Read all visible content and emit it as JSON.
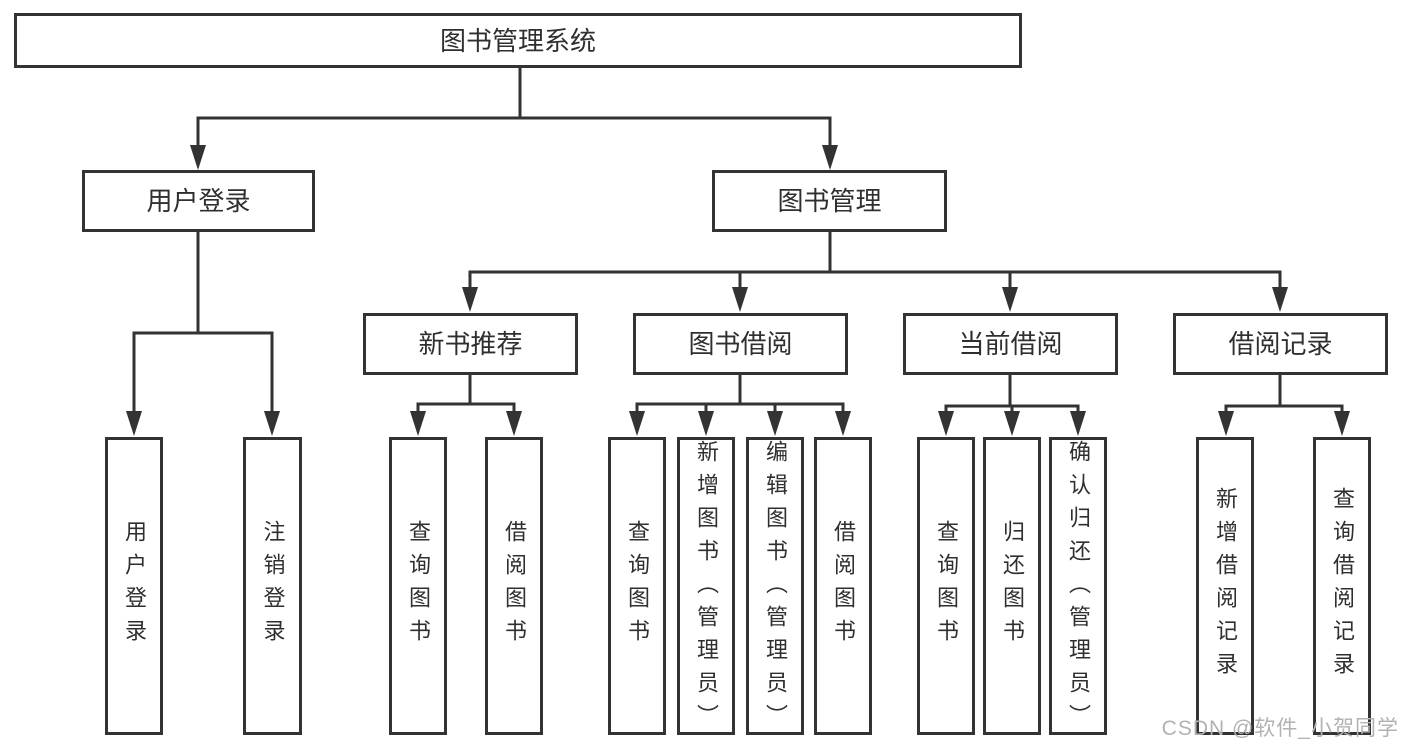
{
  "tree": {
    "root": {
      "label": "图书管理系统"
    },
    "branches": [
      {
        "label": "用户登录",
        "children": [
          {
            "label": "用户登录"
          },
          {
            "label": "注销登录"
          }
        ]
      },
      {
        "label": "图书管理",
        "children": [
          {
            "label": "新书推荐",
            "children": [
              {
                "label": "查询图书"
              },
              {
                "label": "借阅图书"
              }
            ]
          },
          {
            "label": "图书借阅",
            "children": [
              {
                "label": "查询图书"
              },
              {
                "label": "新增图书（管理员）"
              },
              {
                "label": "编辑图书（管理员）"
              },
              {
                "label": "借阅图书"
              }
            ]
          },
          {
            "label": "当前借阅",
            "children": [
              {
                "label": "查询图书"
              },
              {
                "label": "归还图书"
              },
              {
                "label": "确认归还（管理员）"
              }
            ]
          },
          {
            "label": "借阅记录",
            "children": [
              {
                "label": "新增借阅记录"
              },
              {
                "label": "查询借阅记录"
              }
            ]
          }
        ]
      }
    ]
  },
  "watermark": "CSDN @软件_小贺同学",
  "colors": {
    "line": "#333333",
    "text": "#2f2f2f",
    "background": "#ffffff",
    "watermark": "#b2b2b2"
  }
}
